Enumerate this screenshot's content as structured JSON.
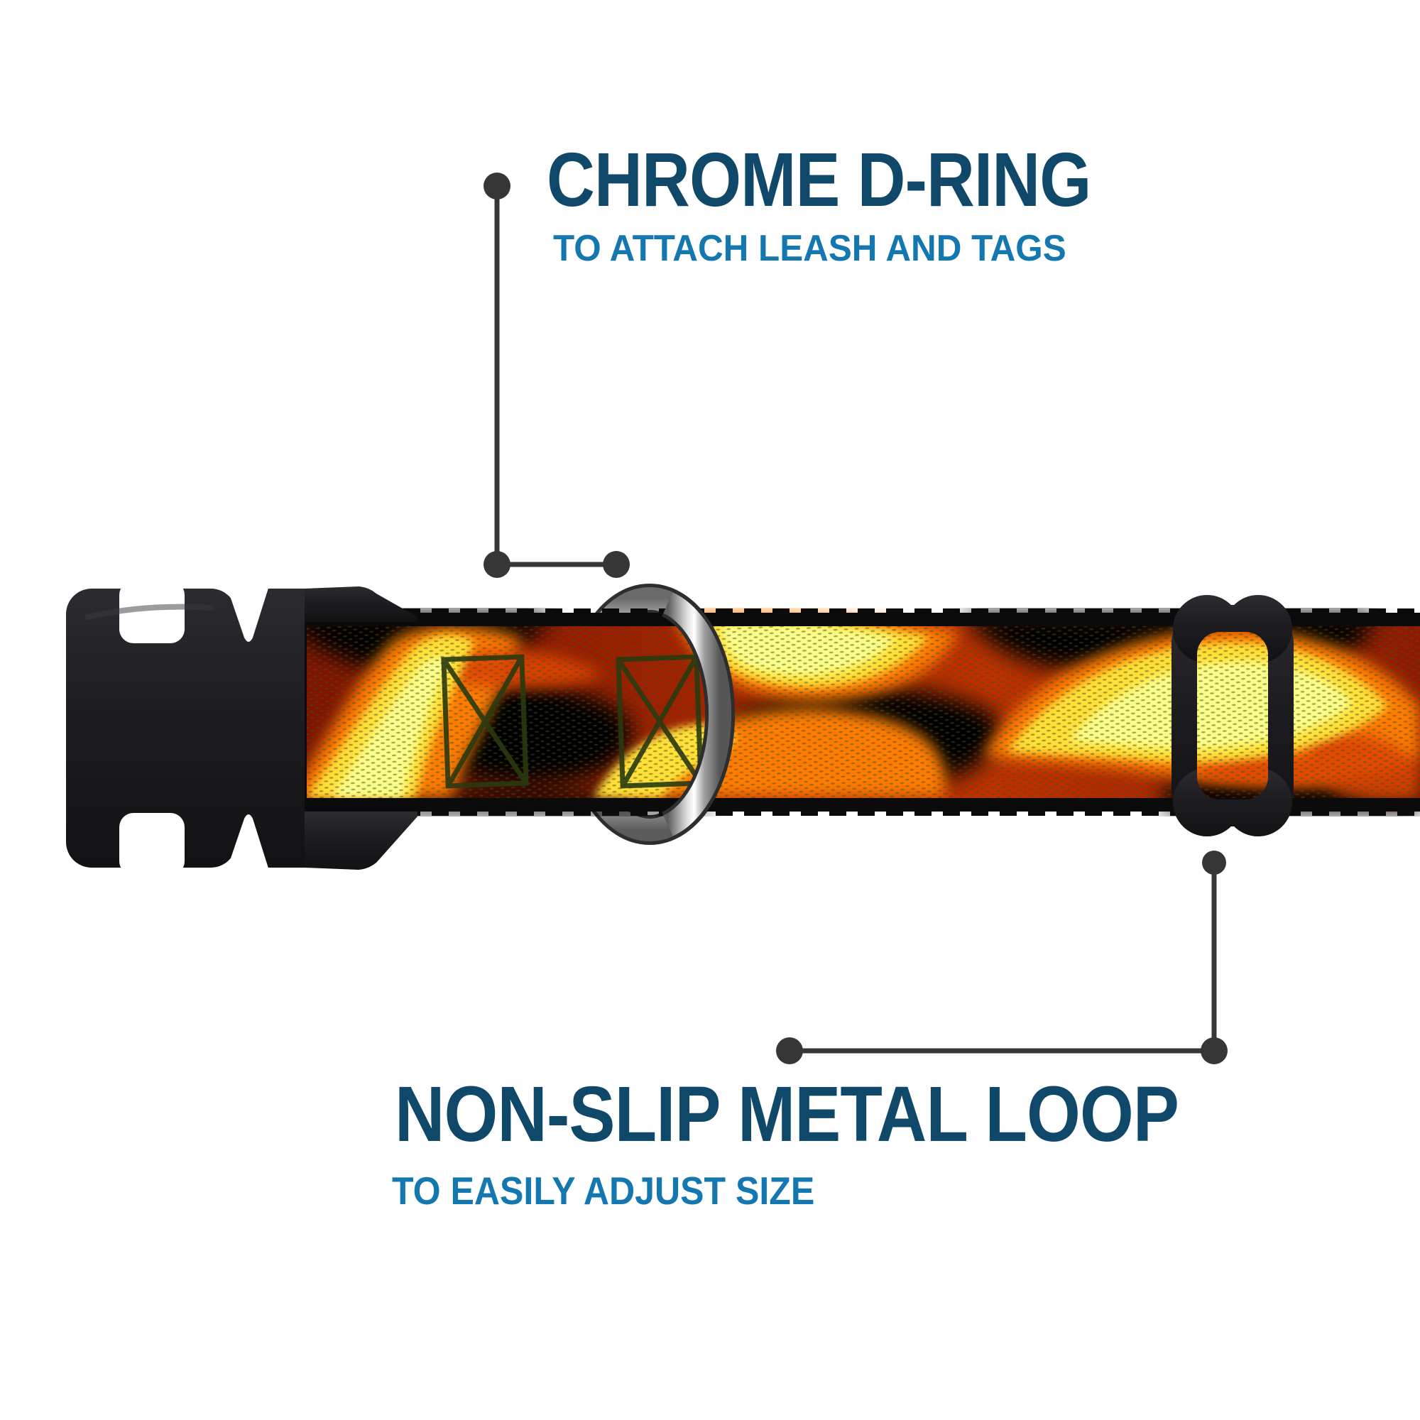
{
  "annotations": {
    "top": {
      "title": "CHROME D-RING",
      "subtitle": "TO ATTACH LEASH AND TAGS"
    },
    "bottom": {
      "title": "NON-SLIP METAL LOOP",
      "subtitle": "TO EASILY ADJUST SIZE"
    }
  },
  "colors": {
    "background": "#FFFFFF",
    "title_text": "#10486A",
    "subtitle_text": "#1577AF",
    "callout": "#363636",
    "plastic_black": "#1D1D21",
    "chrome_light": "#F4F4F4",
    "chrome_mid": "#A8A8A8",
    "chrome_dark": "#4F4F4F",
    "webbing_edge": "#0B0B0B",
    "flame_yellow": "#FFDF38",
    "flame_core": "#FAFF8E",
    "flame_orange": "#FF7C00",
    "flame_red": "#C03000",
    "stitch_olive": "#2A3A10"
  },
  "product": {
    "parts": {
      "buckle": "black side-release buckle",
      "webbing": "flame print webbing",
      "d_ring": "chrome D-ring",
      "slider": "black slider loop"
    }
  }
}
